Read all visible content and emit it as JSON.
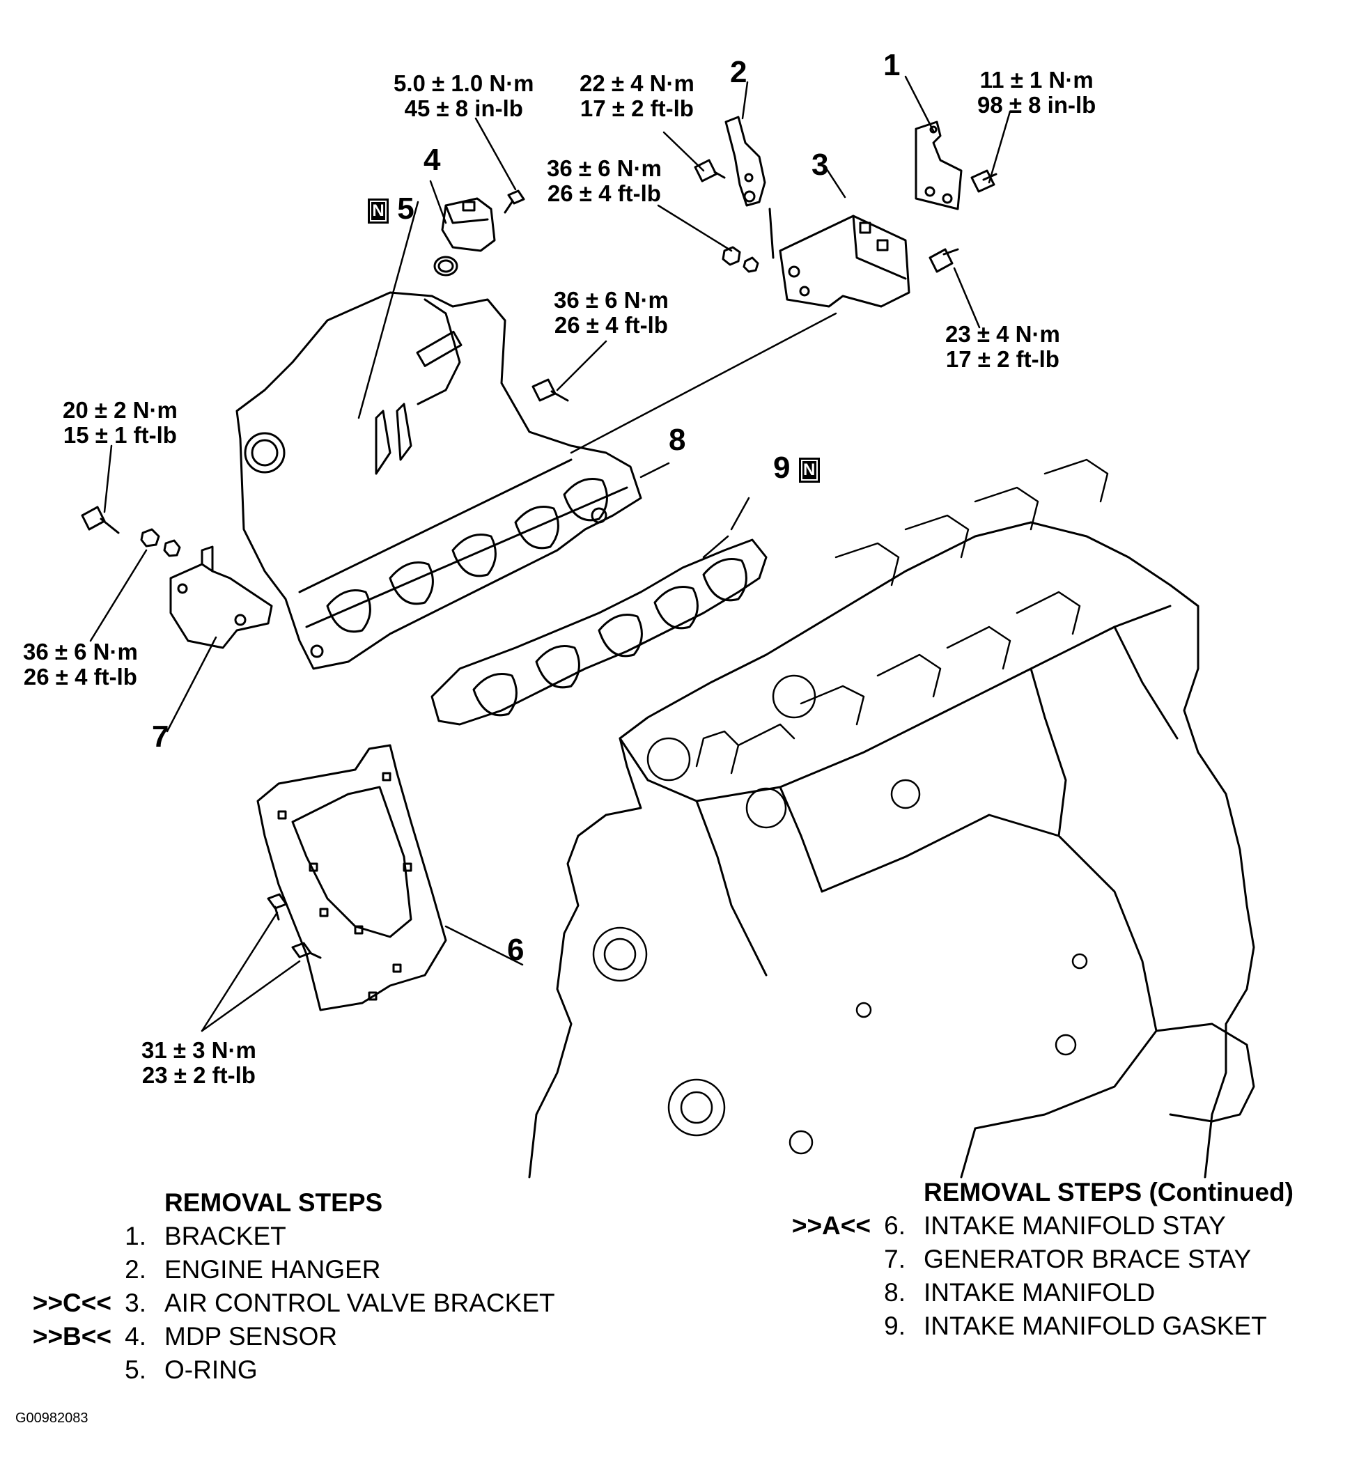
{
  "torque_specs": {
    "mdp_sensor_bolt": [
      "5.0 ± 1.0 N·m",
      "45 ± 8 in-lb"
    ],
    "engine_hanger_bolt": [
      "22 ± 4 N·m",
      "17 ± 2 ft-lb"
    ],
    "bracket_bolt": [
      "11 ± 1 N·m",
      "98 ± 8 in-lb"
    ],
    "acv_bracket_nut": [
      "36 ± 6 N·m",
      "26 ± 4 ft-lb"
    ],
    "acv_bracket_bolt": [
      "23 ± 4 N·m",
      "17 ± 2 ft-lb"
    ],
    "manifold_bolt": [
      "36 ± 6 N·m",
      "26 ± 4 ft-lb"
    ],
    "brace_bolt": [
      "20 ± 2 N·m",
      "15 ± 1 ft-lb"
    ],
    "brace_nut": [
      "36 ± 6 N·m",
      "26 ± 4 ft-lb"
    ],
    "stay_bolts": [
      "31 ± 3 N·m",
      "23 ± 2 ft-lb"
    ]
  },
  "callouts": {
    "c1": "1",
    "c2": "2",
    "c3": "3",
    "c4": "4",
    "c5": "5",
    "c6": "6",
    "c7": "7",
    "c8": "8",
    "c9": "9",
    "new_part_mark": "N"
  },
  "removal_steps": {
    "title": "REMOVAL STEPS",
    "items": [
      {
        "code": "",
        "num": "1.",
        "label": "BRACKET"
      },
      {
        "code": "",
        "num": "2.",
        "label": "ENGINE HANGER"
      },
      {
        "code": ">>C<<",
        "num": "3.",
        "label": "AIR CONTROL VALVE BRACKET"
      },
      {
        "code": ">>B<<",
        "num": "4.",
        "label": "MDP SENSOR"
      },
      {
        "code": "",
        "num": "5.",
        "label": "O-RING"
      }
    ]
  },
  "removal_steps_continued": {
    "title": "REMOVAL STEPS (Continued)",
    "items": [
      {
        "code": ">>A<<",
        "num": "6.",
        "label": "INTAKE MANIFOLD STAY"
      },
      {
        "code": "",
        "num": "7.",
        "label": "GENERATOR BRACE STAY"
      },
      {
        "code": "",
        "num": "8.",
        "label": "INTAKE MANIFOLD"
      },
      {
        "code": "",
        "num": "9.",
        "label": "INTAKE MANIFOLD GASKET"
      }
    ]
  },
  "figure_code": "G00982083"
}
